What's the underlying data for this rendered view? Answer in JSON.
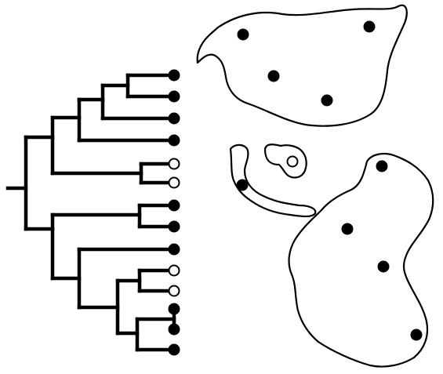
{
  "figure": {
    "type": "phylogeny-biogeography",
    "colors": {
      "line": "#000000",
      "background": "#ffffff",
      "filled": "#000000",
      "open": "#ffffff"
    }
  },
  "tree": {
    "tips": [
      {
        "state": "filled"
      },
      {
        "state": "filled"
      },
      {
        "state": "filled"
      },
      {
        "state": "filled"
      },
      {
        "state": "open"
      },
      {
        "state": "open"
      },
      {
        "state": "filled"
      },
      {
        "state": "filled"
      },
      {
        "state": "filled"
      },
      {
        "state": "open"
      },
      {
        "state": "open"
      },
      {
        "state": "filled"
      },
      {
        "state": "filled"
      },
      {
        "state": "filled"
      }
    ]
  },
  "map": {
    "landmasses": [
      "northern-continent",
      "southern-continent",
      "peninsula",
      "small-island"
    ],
    "markers": [
      {
        "landmass": "northern-continent",
        "state": "filled"
      },
      {
        "landmass": "northern-continent",
        "state": "filled"
      },
      {
        "landmass": "northern-continent",
        "state": "filled"
      },
      {
        "landmass": "northern-continent",
        "state": "filled"
      },
      {
        "landmass": "peninsula",
        "state": "filled"
      },
      {
        "landmass": "small-island",
        "state": "open"
      },
      {
        "landmass": "southern-continent",
        "state": "filled"
      },
      {
        "landmass": "southern-continent",
        "state": "filled"
      },
      {
        "landmass": "southern-continent",
        "state": "filled"
      },
      {
        "landmass": "southern-continent",
        "state": "filled"
      }
    ]
  }
}
